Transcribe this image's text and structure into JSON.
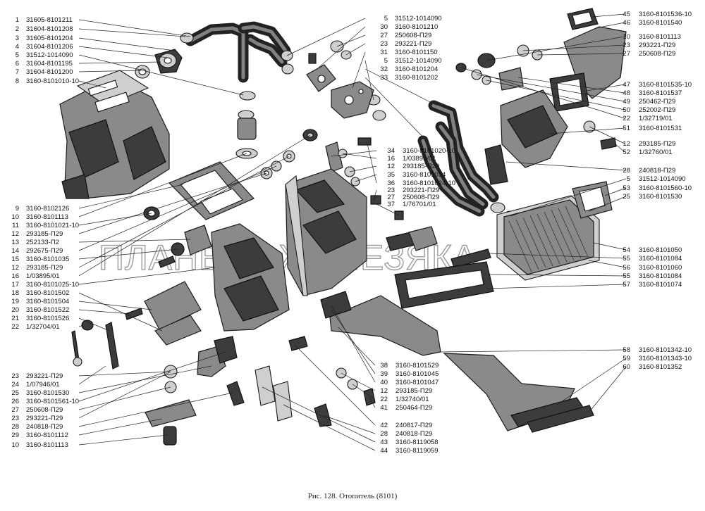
{
  "caption": "Рис. 128. Отопитель (8101)",
  "watermark": "ПЛАНЕТА ЖЕЛЕЗЯКА",
  "left_callouts": [
    {
      "n": "1",
      "code": "31605-8101211"
    },
    {
      "n": "2",
      "code": "31604-8101208"
    },
    {
      "n": "3",
      "code": "31605-8101204"
    },
    {
      "n": "4",
      "code": "31604-8101206"
    },
    {
      "n": "5",
      "code": "31512-1014090"
    },
    {
      "n": "6",
      "code": "31604-8101195"
    },
    {
      "n": "7",
      "code": "31604-8101200"
    },
    {
      "n": "8",
      "code": "3160-8101010-10"
    },
    {
      "n": "9",
      "code": "3160-8102126"
    },
    {
      "n": "10",
      "code": "3160-8101113"
    },
    {
      "n": "11",
      "code": "3160-8101021-10"
    },
    {
      "n": "12",
      "code": "293185-П29"
    },
    {
      "n": "13",
      "code": "252133-П2"
    },
    {
      "n": "14",
      "code": "292675-П29"
    },
    {
      "n": "15",
      "code": "3160-8101035"
    },
    {
      "n": "12",
      "code": "293185-П29"
    },
    {
      "n": "16",
      "code": "1/03895/01"
    },
    {
      "n": "17",
      "code": "3160-8101025-10"
    },
    {
      "n": "18",
      "code": "3160-8101502"
    },
    {
      "n": "19",
      "code": "3160-8101504"
    },
    {
      "n": "20",
      "code": "3160-8101522"
    },
    {
      "n": "21",
      "code": "3160-8101526"
    },
    {
      "n": "22",
      "code": "1/32704/01"
    },
    {
      "n": "23",
      "code": "293221-П29"
    },
    {
      "n": "24",
      "code": "1/07946/01"
    },
    {
      "n": "25",
      "code": "3160-8101530"
    },
    {
      "n": "26",
      "code": "3160-8101561-10"
    },
    {
      "n": "27",
      "code": "250608-П29"
    },
    {
      "n": "23",
      "code": "293221-П29"
    },
    {
      "n": "28",
      "code": "240818-П29"
    },
    {
      "n": "29",
      "code": "3160-8101112"
    },
    {
      "n": "10",
      "code": "3160-8101113"
    }
  ],
  "top_center_callouts": [
    {
      "n": "5",
      "code": "31512-1014090"
    },
    {
      "n": "30",
      "code": "3160-8101210"
    },
    {
      "n": "27",
      "code": "250608-П29"
    },
    {
      "n": "23",
      "code": "293221-П29"
    },
    {
      "n": "31",
      "code": "3160-8101150"
    },
    {
      "n": "5",
      "code": "31512-1014090"
    },
    {
      "n": "32",
      "code": "3160-8101204"
    },
    {
      "n": "33",
      "code": "3160-8101202"
    }
  ],
  "top_right_callouts": [
    {
      "n": "45",
      "code": "3160-8101536-10"
    },
    {
      "n": "46",
      "code": "3160-8101540"
    },
    {
      "n": "10",
      "code": "3160-8101113"
    },
    {
      "n": "23",
      "code": "293221-П29"
    },
    {
      "n": "27",
      "code": "250608-П29"
    },
    {
      "n": "47",
      "code": "3160-8101535-10"
    },
    {
      "n": "48",
      "code": "3160-8101537"
    },
    {
      "n": "49",
      "code": "250462-П29"
    },
    {
      "n": "50",
      "code": "252002-П29"
    },
    {
      "n": "22",
      "code": "1/32719/01"
    },
    {
      "n": "51",
      "code": "3160-8101531"
    },
    {
      "n": "12",
      "code": "293185-П29"
    },
    {
      "n": "52",
      "code": "1/32760/01"
    }
  ],
  "mid_center_callouts": [
    {
      "n": "34",
      "code": "3160-8101020-10"
    },
    {
      "n": "16",
      "code": "1/03895/01"
    },
    {
      "n": "12",
      "code": "293185-П29"
    },
    {
      "n": "35",
      "code": "3160-8101034"
    },
    {
      "n": "36",
      "code": "3160-8101024-10"
    },
    {
      "n": "23",
      "code": "293221-П29"
    },
    {
      "n": "27",
      "code": "250608-П29"
    },
    {
      "n": "37",
      "code": "1/76701/01"
    }
  ],
  "mid_right_callouts": [
    {
      "n": "28",
      "code": "240818-П29"
    },
    {
      "n": "5",
      "code": "31512-1014090"
    },
    {
      "n": "53",
      "code": "3160-8101560-10"
    },
    {
      "n": "25",
      "code": "3160-8101530"
    },
    {
      "n": "54",
      "code": "3160-8101050"
    },
    {
      "n": "55",
      "code": "3160-8101084"
    },
    {
      "n": "56",
      "code": "3160-8101060"
    },
    {
      "n": "55",
      "code": "3160-8101084"
    },
    {
      "n": "57",
      "code": "3160-8101074"
    }
  ],
  "bottom_right_callouts": [
    {
      "n": "58",
      "code": "3160-8101342-10"
    },
    {
      "n": "59",
      "code": "3160-8101343-10"
    },
    {
      "n": "60",
      "code": "3160-8101352"
    }
  ],
  "bottom_center_callouts": [
    {
      "n": "38",
      "code": "3160-8101529"
    },
    {
      "n": "39",
      "code": "3160-8101045"
    },
    {
      "n": "40",
      "code": "3160-8101047"
    },
    {
      "n": "12",
      "code": "293185-П29"
    },
    {
      "n": "22",
      "code": "1/32740/01"
    },
    {
      "n": "41",
      "code": "250464-П29"
    },
    {
      "n": "42",
      "code": "240817-П29"
    },
    {
      "n": "28",
      "code": "240818-П29"
    },
    {
      "n": "43",
      "code": "3160-8119058"
    },
    {
      "n": "44",
      "code": "3160-8119059"
    }
  ]
}
